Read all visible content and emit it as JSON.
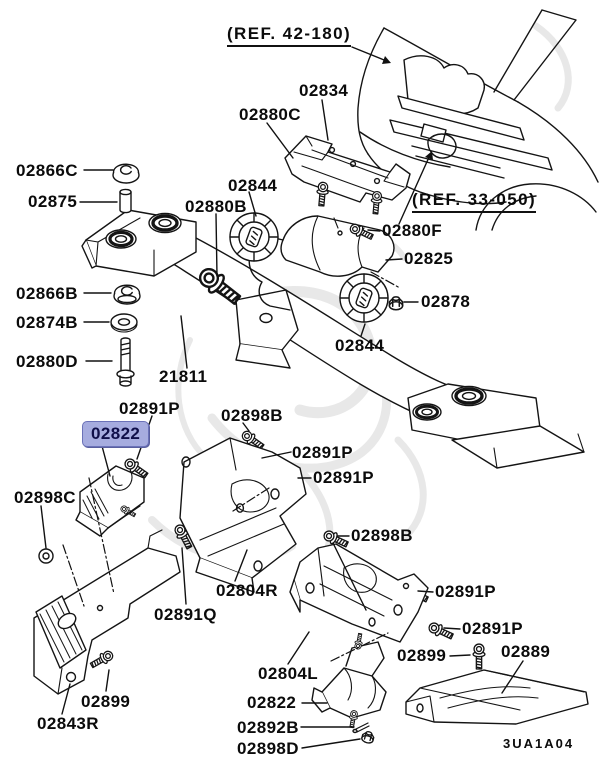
{
  "diagram": {
    "code": "3UA1A04",
    "highlight": {
      "part": "02822",
      "color": "#a6acdf",
      "text_color": "#10104a"
    },
    "refs": {
      "r42": "(REF. 42-180)",
      "r33": "(REF. 33-050)"
    },
    "labels": {
      "l02866C": "02866C",
      "l02875": "02875",
      "l02834": "02834",
      "l02880C": "02880C",
      "l02844_top": "02844",
      "l02880B": "02880B",
      "l02880F": "02880F",
      "l02825": "02825",
      "l02866B": "02866B",
      "l02878": "02878",
      "l02874B": "02874B",
      "l02844_mid": "02844",
      "l02880D": "02880D",
      "l21811": "21811",
      "l02891P_a": "02891P",
      "l02898B_a": "02898B",
      "l02822_hl": "02822",
      "l02891P_b": "02891P",
      "l02891P_c": "02891P",
      "l02898C": "02898C",
      "l02898B_b": "02898B",
      "l02804R": "02804R",
      "l02891P_d": "02891P",
      "l02891Q": "02891Q",
      "l02891P_e": "02891P",
      "l02899_r": "02899",
      "l02889": "02889",
      "l02804L": "02804L",
      "l02899_l": "02899",
      "l02822_b": "02822",
      "l02843R": "02843R",
      "l02892B": "02892B",
      "l02898D": "02898D"
    }
  }
}
